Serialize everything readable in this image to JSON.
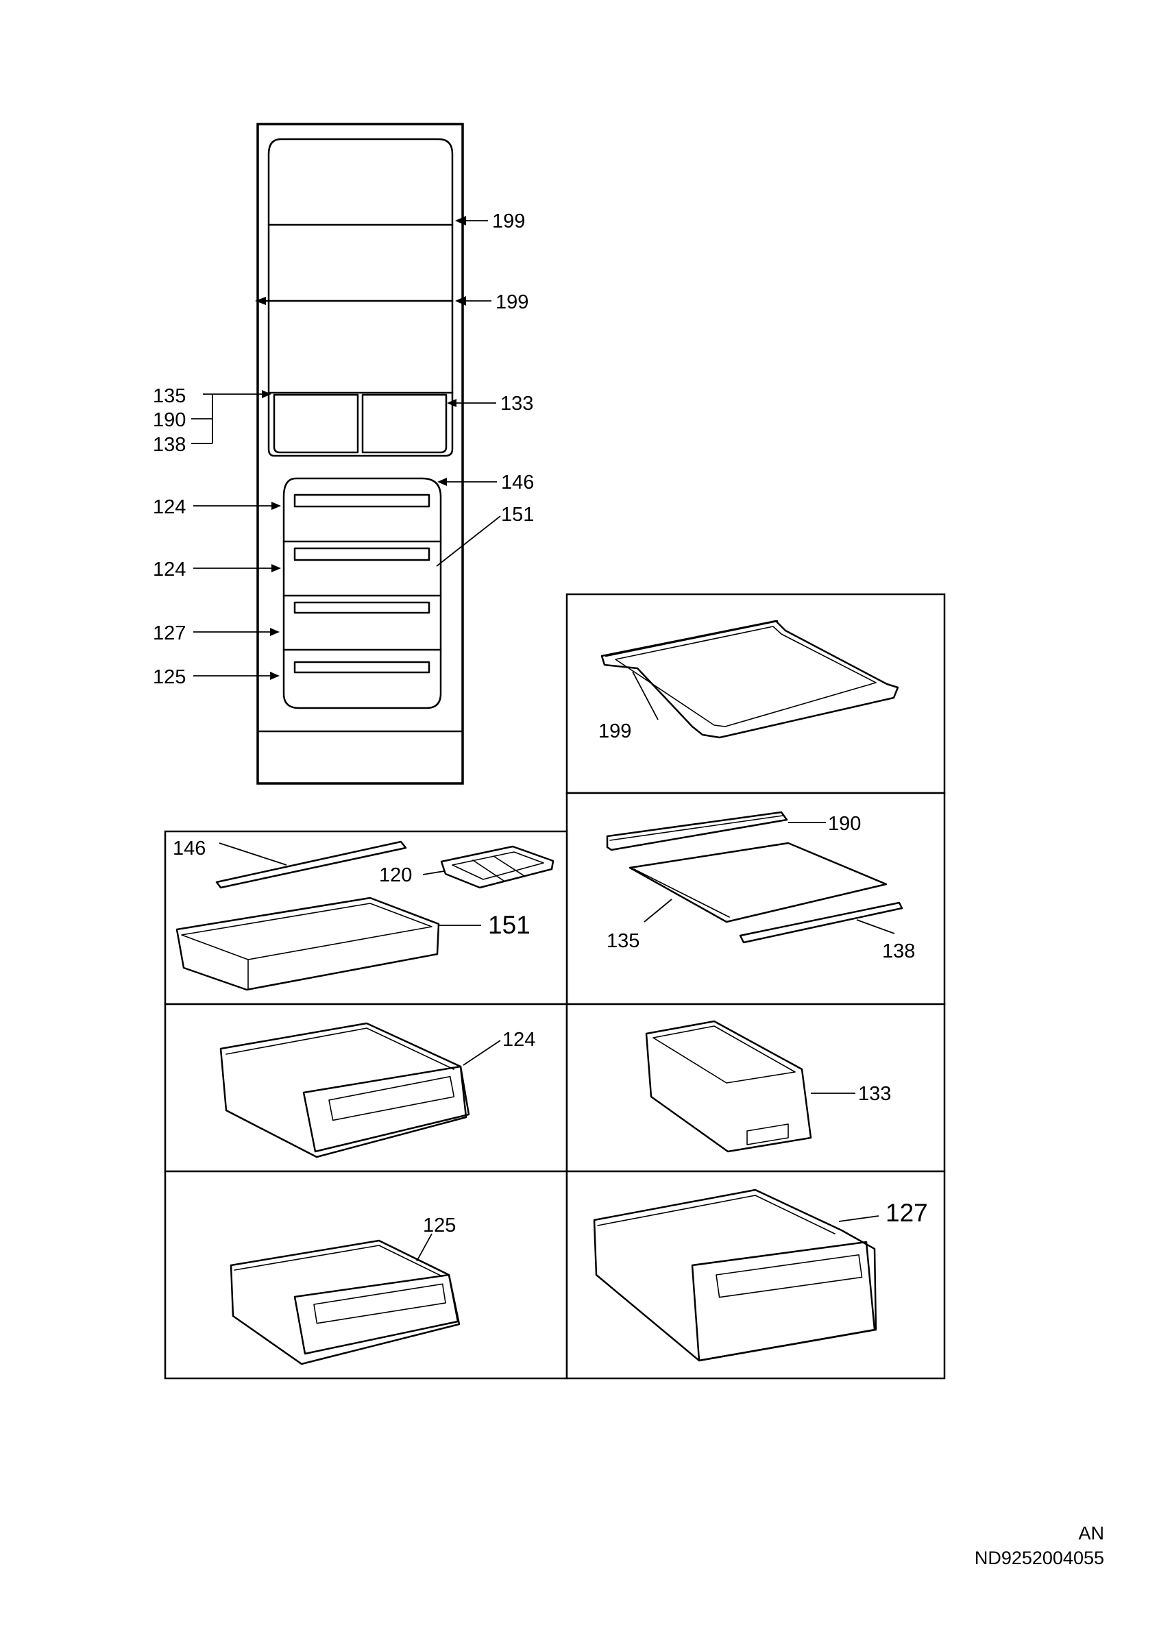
{
  "overview": {
    "labels": {
      "shelf_upper": "199",
      "shelf_middle": "199",
      "glass_shelf": "135",
      "shelf_rear_profile": "190",
      "shelf_front_profile": "138",
      "vegetable_box": "133",
      "frame_profile": "146",
      "freezer_tray": "151",
      "drawer_1": "124",
      "drawer_2": "124",
      "drawer_3": "127",
      "drawer_4": "125"
    }
  },
  "parts": {
    "shelf_199": "199",
    "profile_190": "190",
    "glass_135": "135",
    "profile_138": "138",
    "profile_146": "146",
    "ice_tray_120": "120",
    "tray_151": "151",
    "drawer_124": "124",
    "box_133": "133",
    "drawer_125": "125",
    "drawer_127": "127"
  },
  "footer": {
    "language": "AN",
    "document_code": "ND9252004055"
  }
}
